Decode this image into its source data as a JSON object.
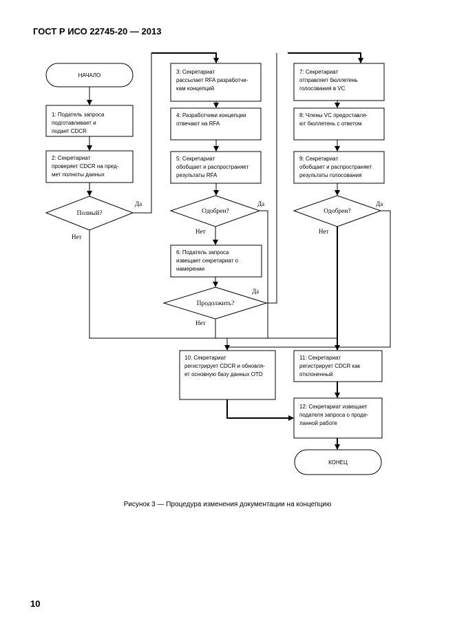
{
  "header": {
    "title": "ГОСТ Р ИСО 22745-20 — 2013"
  },
  "page_number": "10",
  "caption": "Рисунок 3 — Процедура изменения документации на концепцию",
  "flowchart": {
    "start": "НАЧАЛО",
    "end": "КОНЕЦ",
    "boxes": {
      "b1": [
        "1: Податель запроса",
        "подготавливает и",
        "подает CDCR"
      ],
      "b2": [
        "2: Секретариат",
        "проверяет CDCR на пред-",
        "мет полноты данных"
      ],
      "b3": [
        "3: Секретариат",
        "рассылает RFA разработчи-",
        "кам концепций"
      ],
      "b4": [
        "4: Разработчики концепции",
        "отвечают на RFA"
      ],
      "b5": [
        "5: Секретариат",
        "обобщает и распространяет",
        "результаты RFA"
      ],
      "b6": [
        "6: Податель запроса",
        "извещает секретариат о",
        "намерении"
      ],
      "b7": [
        "7: Секретариат",
        "отправляет бюллетень",
        "голосования в VC"
      ],
      "b8": [
        "8: Члены VC предоставля-",
        "ют бюллетень с ответом"
      ],
      "b9": [
        "9: Секретариат",
        "обобщает и распространяет",
        "результаты голосования"
      ],
      "b10": [
        "10: Секретариат",
        "регистрирует CDCR и обновля-",
        "ет основную базу данных OTD"
      ],
      "b11": [
        "11: Секретариат",
        "регистрирует CDCR как",
        "отклоненный"
      ],
      "b12": [
        "12: Секретариат извещает",
        "подателя запроса о проде-",
        "ланной работе"
      ]
    },
    "decisions": {
      "d1": "Полный?",
      "d2": "Одобрен?",
      "d3": "Продолжить?",
      "d4": "Одобрен?"
    },
    "labels": {
      "yes": "Да",
      "no": "Нет"
    }
  }
}
